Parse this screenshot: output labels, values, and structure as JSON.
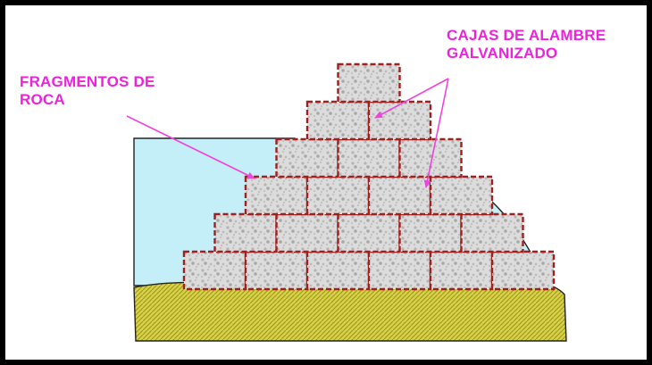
{
  "labels": {
    "rock_fragments": [
      "FRAGMENTOS DE",
      "ROCA"
    ],
    "wire_boxes": [
      "CAJAS DE ALAMBRE",
      "GALVANIZADO"
    ]
  },
  "gabion_rows": [
    6,
    5,
    4,
    3,
    2,
    1
  ],
  "colors": {
    "label_text": "#ee22dd",
    "arrow": "#ee44dd",
    "water": "#c4eef8",
    "ground": "#d8d24a",
    "ground_pattern": "#a09a1c",
    "box_border": "#a02020",
    "box_fill": "#d8d8d8",
    "frame": "#000000"
  }
}
